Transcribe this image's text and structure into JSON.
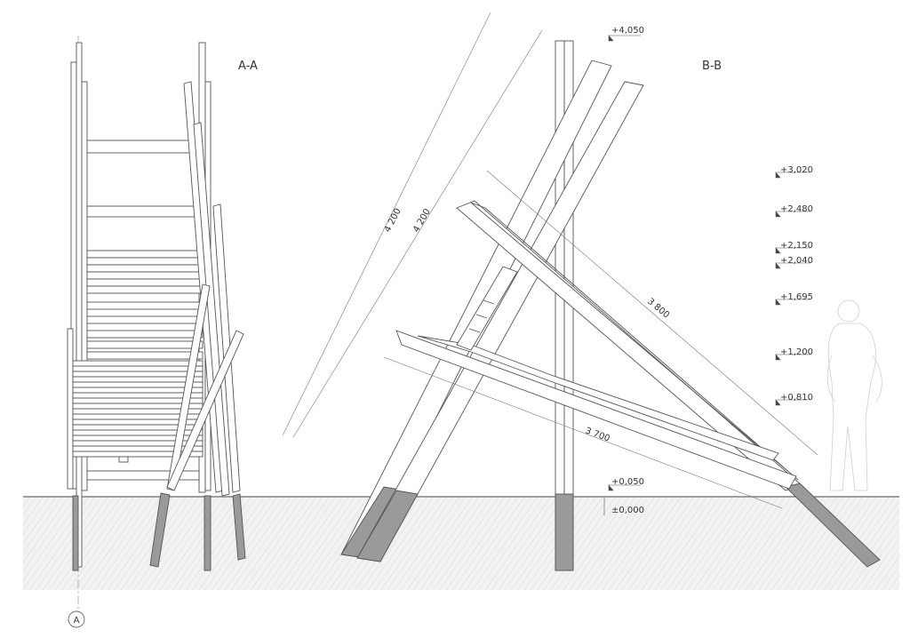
{
  "sections": {
    "aa": {
      "title": "A-A",
      "axis_marker": "A"
    },
    "bb": {
      "title": "B-B"
    }
  },
  "elevations": [
    {
      "label": "+4,050"
    },
    {
      "label": "+3,020"
    },
    {
      "label": "+2,480"
    },
    {
      "label": "+2,150"
    },
    {
      "label": "+2,040"
    },
    {
      "label": "+1,695"
    },
    {
      "label": "+1,200"
    },
    {
      "label": "+0,810"
    },
    {
      "label": "+0,050"
    },
    {
      "label": "±0,000"
    }
  ],
  "dimensions": [
    {
      "label": "4 200"
    },
    {
      "label": "4 200"
    },
    {
      "label": "3 800"
    },
    {
      "label": "3 700"
    }
  ],
  "colors": {
    "line": "#555555",
    "ground_fill": "#f2f2f2",
    "post_fill": "#9a9a9a"
  }
}
